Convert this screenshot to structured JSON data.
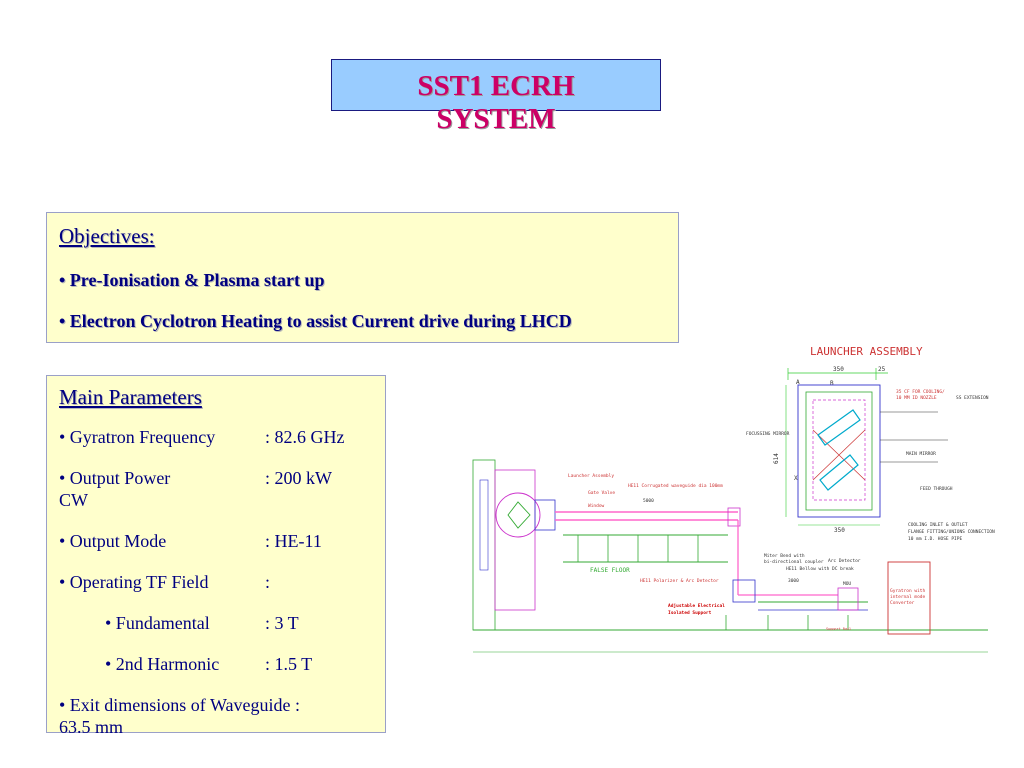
{
  "title": {
    "line1": "SST1 ECRH",
    "line2": "SYSTEM"
  },
  "objectives": {
    "heading": "Objectives:",
    "items": [
      "• Pre-Ionisation & Plasma start up",
      "• Electron Cyclotron Heating to assist Current drive during LHCD"
    ]
  },
  "parameters": {
    "heading": "Main Parameters",
    "rows": [
      {
        "label": "• Gyratron Frequency",
        "value": ": 82.6 GHz"
      },
      {
        "label": "• Output Power",
        "value": ": 200 kW",
        "continuation": "CW"
      },
      {
        "label": "• Output Mode",
        "value": ": HE-11"
      },
      {
        "label": "• Operating TF Field",
        "value": ":"
      },
      {
        "label": "• Fundamental",
        "value": ": 3 T"
      },
      {
        "label": "• 2nd Harmonic",
        "value": ": 1.5 T"
      },
      {
        "label": "• Exit  dimensions of Waveguide :",
        "continuation": "63.5 mm"
      }
    ]
  },
  "diagram": {
    "title": "LAUNCHER  ASSEMBLY",
    "dims": {
      "d350_top": "350",
      "d25": "25",
      "d614": "614",
      "d350_bottom": "350",
      "d5000": "5000",
      "d3000": "3000"
    },
    "labels": {
      "a": "A",
      "b": "B",
      "x": "X",
      "focussing_mirror": "FOCUSSING MIRROR",
      "main_mirror": "MAIN MIRROR",
      "cooling_nozzle": "35 CF FOR COOLING/",
      "nozzle2": "10 MM ID NOZZLE",
      "ss_ext": "SS EXTENSION",
      "feed_through": "FEED THROUGH",
      "cooling_inlet1": "COOLING INLET & OUTLET",
      "cooling_inlet2": "FLANGE FITTING/UNIONS CONNECTION",
      "cooling_inlet3": "10 mm I.D. HOSE PIPE",
      "launcher_assembly": "Launcher Assembly",
      "gate_valve": "Gate Valve",
      "window": "Window",
      "corrugated": "HE11 Corrugated waveguide dia 100mm",
      "false_floor": "FALSE  FLOOR",
      "miter_bend1": "Miter Bend with",
      "miter_bend2": "bi-directional coupler",
      "bellow": "HE11 Bellow with DC break",
      "arc_detector": "Arc Detector",
      "polarizer": "HE11 Polarizer & Arc Detector",
      "mou": "MOU",
      "gyratron1": "Gyratron with",
      "gyratron2": "internal mode",
      "gyratron3": "Converter",
      "support1": "Adjustable Electrical",
      "support2": "Isolated Support",
      "tiny": "Support Rail"
    }
  }
}
